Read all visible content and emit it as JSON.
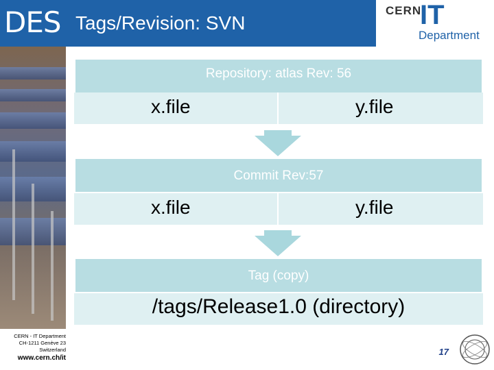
{
  "header": {
    "logo_text": "DES",
    "title": "Tags/Revision: SVN",
    "cern_logo": {
      "cern": "CERN",
      "it": "IT",
      "department": "Department"
    }
  },
  "diagram": {
    "repository": {
      "label": "Repository: atlas Rev: 56",
      "files": [
        "x.file",
        "y.file"
      ]
    },
    "commit": {
      "label": "Commit Rev:57",
      "files": [
        "x.file",
        "y.file"
      ]
    },
    "tag": {
      "label": "Tag (copy)",
      "path": "/tags/Release1.0 (directory)"
    }
  },
  "footer": {
    "address_lines": [
      "CERN - IT Department",
      "CH-1211 Genève 23",
      "Switzerland"
    ],
    "url": "www.cern.ch/it",
    "page_number": "17"
  },
  "colors": {
    "header_blue": "#1f62a8",
    "band_dark": "#b8dde2",
    "band_light": "#dff0f2",
    "arrow": "#a9d7dd"
  },
  "icons": {
    "arrow": "down-arrow-icon",
    "seal": "cern-seal-icon"
  }
}
